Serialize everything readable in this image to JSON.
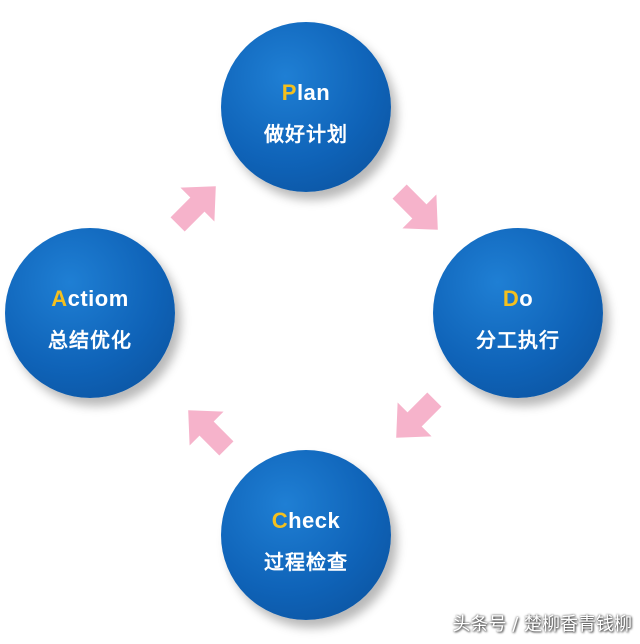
{
  "nodes": {
    "plan": {
      "en_first": "P",
      "en_rest": "lan",
      "zh": "做好计划"
    },
    "do": {
      "en_first": "D",
      "en_rest": "o",
      "zh": "分工执行"
    },
    "check": {
      "en_first": "C",
      "en_rest": "heck",
      "zh": "过程检查"
    },
    "action": {
      "en_first": "A",
      "en_rest": "ctiom",
      "zh": "总结优化"
    }
  },
  "colors": {
    "circle": "#0f63b8",
    "initial_letter": "#f4c01e",
    "arrow": "#f6b3cb"
  },
  "watermark": "头条号 / 楚柳香青钱柳"
}
